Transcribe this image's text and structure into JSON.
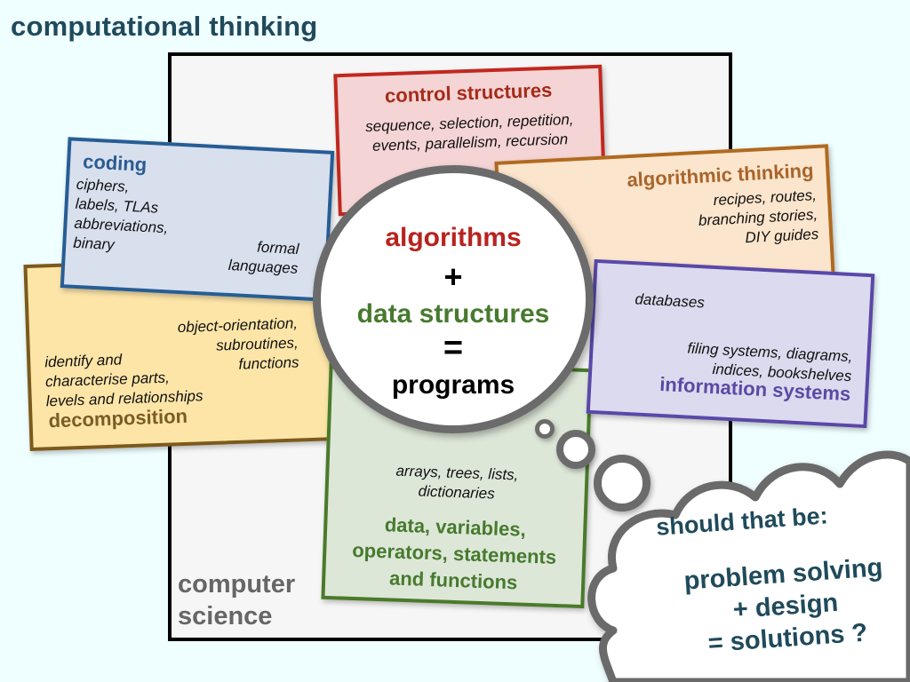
{
  "title": "computational thinking",
  "frame_label": "computer\nscience",
  "frame_label_lines": [
    "computer",
    "science"
  ],
  "boxes": {
    "control_structures": {
      "heading": "control structures",
      "text": [
        "sequence, selection, repetition,",
        "events, parallelism, recursion"
      ],
      "color": "#c0281f"
    },
    "coding": {
      "heading": "coding",
      "text_left": [
        "ciphers,",
        "labels, TLAs",
        "abbreviations,",
        "binary"
      ],
      "text_right": [
        "formal",
        "languages"
      ],
      "color": "#275d95"
    },
    "algorithmic_thinking": {
      "heading": "algorithmic thinking",
      "text": [
        "recipes, routes,",
        "branching stories,",
        "DIY guides"
      ],
      "color": "#b06a20"
    },
    "decomposition": {
      "heading": "decomposition",
      "text_right": [
        "object-orientation,",
        "subroutines,",
        "functions"
      ],
      "text_left": [
        "identify and",
        "characterise parts,",
        "levels and relationships"
      ],
      "color": "#7b5a1e"
    },
    "information_systems": {
      "heading": "information systems",
      "text_top": "databases",
      "text_bottom": [
        "filing systems, diagrams,",
        "indices, bookshelves"
      ],
      "color": "#5a48a8"
    },
    "data": {
      "heading": [
        "data, variables,",
        "operators, statements",
        "and functions"
      ],
      "text": [
        "arrays, trees, lists,",
        "dictionaries"
      ],
      "color": "#4a7a2a"
    }
  },
  "bubble": {
    "line1": "algorithms",
    "line2": "+",
    "line3": "data structures",
    "line4": "=",
    "line5": "programs"
  },
  "cloud": {
    "question": "should that be:",
    "answer": [
      "problem solving",
      "+ design",
      "= solutions ?"
    ]
  }
}
